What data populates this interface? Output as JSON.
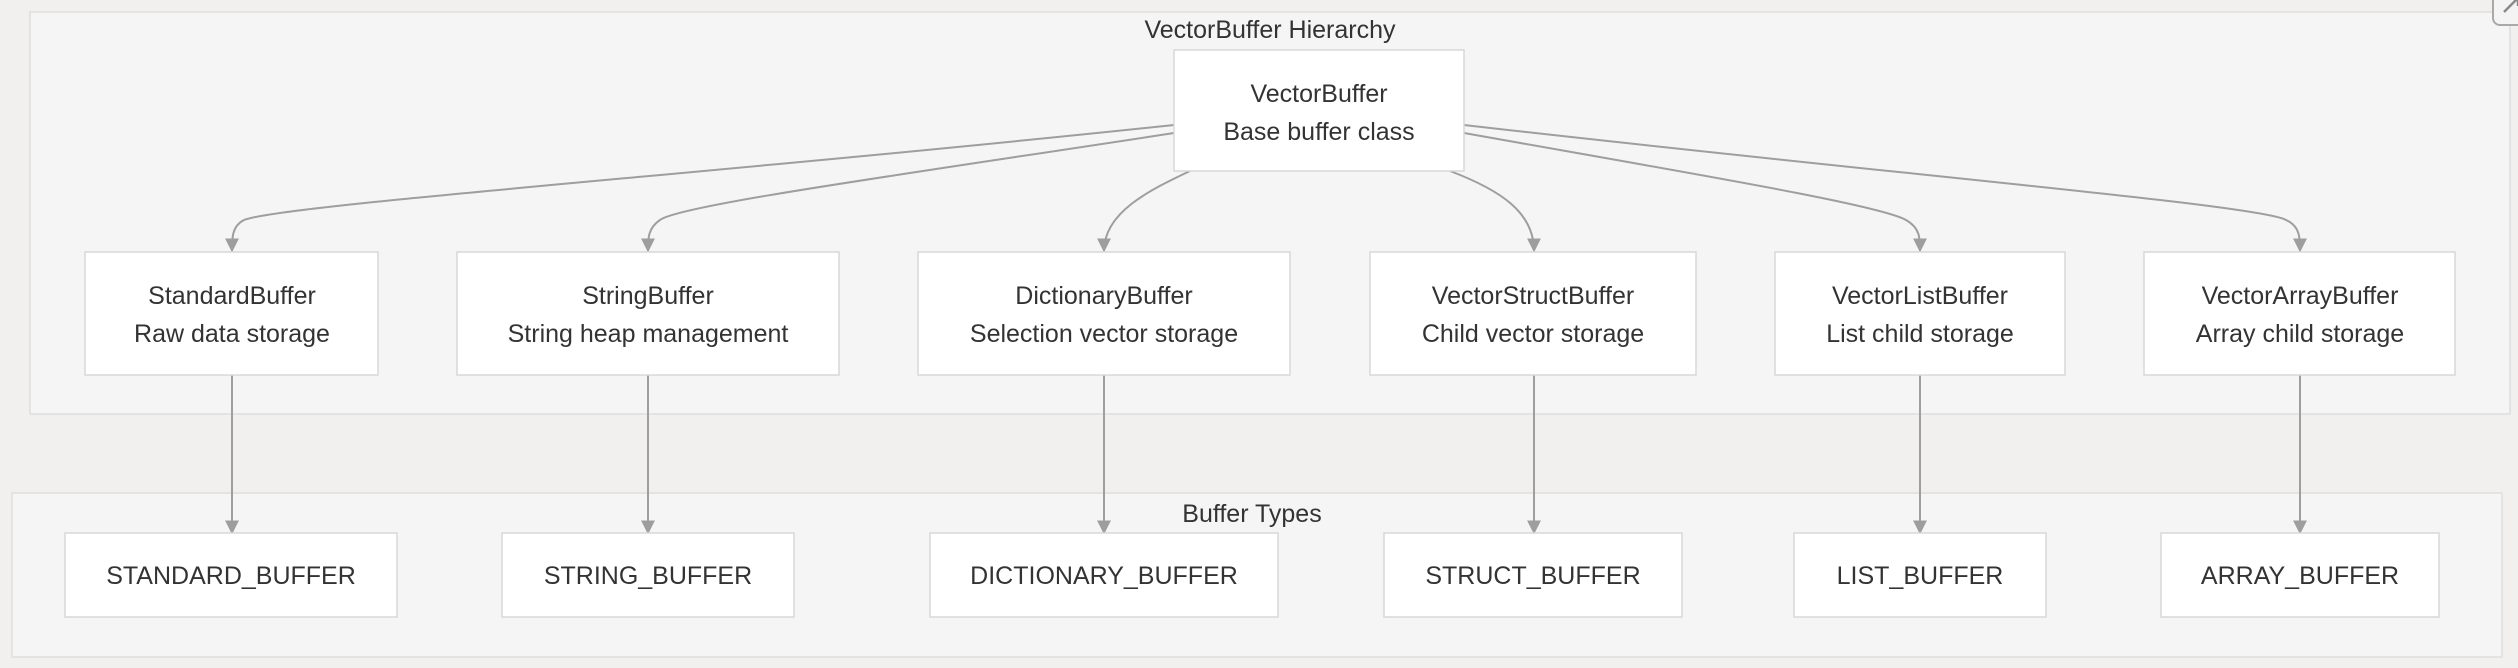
{
  "clusters": {
    "hierarchy": "VectorBuffer Hierarchy",
    "types": "Buffer Types"
  },
  "root": {
    "title": "VectorBuffer",
    "desc": "Base buffer class"
  },
  "children": [
    {
      "title": "StandardBuffer",
      "desc": "Raw data storage"
    },
    {
      "title": "StringBuffer",
      "desc": "String heap management"
    },
    {
      "title": "DictionaryBuffer",
      "desc": "Selection vector storage"
    },
    {
      "title": "VectorStructBuffer",
      "desc": "Child vector storage"
    },
    {
      "title": "VectorListBuffer",
      "desc": "List child storage"
    },
    {
      "title": "VectorArrayBuffer",
      "desc": "Array child storage"
    }
  ],
  "types": [
    "STANDARD_BUFFER",
    "STRING_BUFFER",
    "DICTIONARY_BUFFER",
    "STRUCT_BUFFER",
    "LIST_BUFFER",
    "ARRAY_BUFFER"
  ],
  "icons": {
    "corner": "expand-icon"
  }
}
